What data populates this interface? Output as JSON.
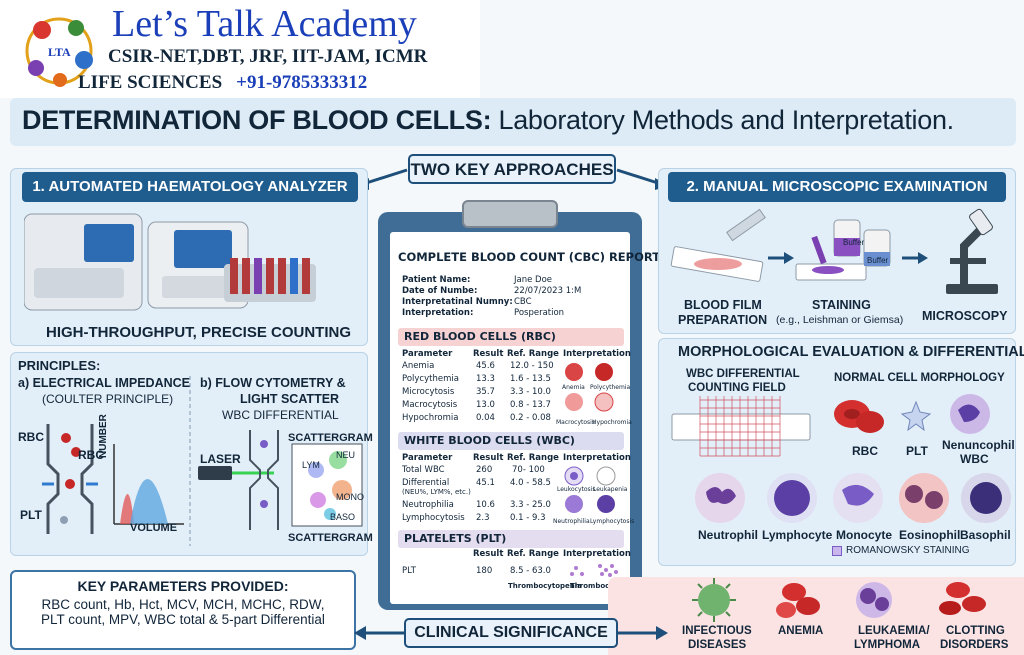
{
  "header": {
    "brand": "Let’s Talk Academy",
    "exams": "CSIR-NET,DBT, JRF, IIT-JAM, ICMR",
    "subject": "LIFE SCIENCES",
    "phone": "+91-9785333312",
    "logo_text": "LTA"
  },
  "title": {
    "bold": "DETERMINATION OF BLOOD CELLS:",
    "rest": " Laboratory Methods and Interpretation."
  },
  "approach_label": "TWO KEY APPROACHES",
  "left": {
    "heading": "1. AUTOMATED HAEMATOLOGY ANALYZER",
    "caption": "HIGH-THROUGHPUT, PRECISE COUNTING",
    "principles": "PRINCIPLES:",
    "a_title": "a) ELECTRICAL IMPEDANCE",
    "a_sub": "(COULTER PRINCIPLE)",
    "b_title1": "b) FLOW CYTOMETRY &",
    "b_title2": "LIGHT SCATTER",
    "b_sub": "WBC DIFFERENTIAL",
    "rbc1": "RBC",
    "rbc2": "RBC",
    "plt": "PLT",
    "number": "NUMBER",
    "volume": "VOLUME",
    "laser": "LASER",
    "scattergram_top": "SCATTERGRAM",
    "scattergram_bottom": "SCATTERGRAM",
    "neu": "NEU",
    "lym": "LYM",
    "mono": "MONO",
    "baso": "BASO"
  },
  "report": {
    "title": "COMPLETE BLOOD COUNT (CBC) REPORT",
    "meta": [
      {
        "k": "Patient Name:",
        "v": "Jane Doe"
      },
      {
        "k": "Date of Numbe:",
        "v": "22/07/2023 1:M"
      },
      {
        "k": "Interpretatinal Numny:",
        "v": "CBC"
      },
      {
        "k": "Interpretation:",
        "v": "Posperation"
      }
    ],
    "rbc_head": "RED BLOOD CELLS (RBC)",
    "cols": [
      "Parameter",
      "Result",
      "Ref. Range",
      "Interpretation"
    ],
    "rbc_rows": [
      [
        "Anemia",
        "45.6",
        "12.0 - 150"
      ],
      [
        "Polycythemia",
        "13.3",
        "1.6 - 13.5"
      ],
      [
        "Microcytosis",
        "35.7",
        "3.3 - 10.0"
      ],
      [
        "Macrocytosis",
        "13.0",
        "0.8 - 13.7"
      ],
      [
        "Hypochromia",
        "0.04",
        "0.2 - 0.08"
      ]
    ],
    "rbc_icons": [
      "Anemia",
      "Polycythemia",
      "Macrocytosis",
      "Hypochromia"
    ],
    "wbc_head": "WHITE BLOOD CELLS (WBC)",
    "wbc_rows": [
      [
        "Total WBC",
        "260",
        "70- 100"
      ],
      [
        "Differential",
        "45.1",
        "4.0 - 58.5"
      ],
      [
        "Neutrophilia",
        "10.6",
        "3.3 - 25.0"
      ],
      [
        "Lymphocytosis",
        "2.3",
        "0.1 - 9.3"
      ]
    ],
    "wbc_note": "(NEU%, LYM%, etc.)",
    "wbc_icons": [
      "Leukocytosis",
      "Leukapenia",
      "Neutrophilia",
      "Lymphocytosis"
    ],
    "plt_head": "PLATELETS (PLT)",
    "plt_cols": [
      "Result",
      "Ref. Range",
      "Interpretation"
    ],
    "plt_row": [
      "PLT",
      "180",
      "8.5 - 63.0"
    ],
    "plt_icons": [
      "Thrombocytopenia",
      "Thrombocytosis"
    ]
  },
  "right": {
    "heading": "2. MANUAL MICROSCOPIC EXAMINATION",
    "step1a": "BLOOD FILM",
    "step1b": "PREPARATION",
    "step2": "STAINING",
    "step2sub": "(e.g., Leishman or Giemsa)",
    "step3": "MICROSCOPY",
    "buffer1": "Buffer",
    "buffer2": "Buffer",
    "morph_heading": "MORPHOLOGICAL EVALUATION & DIFFERENTIAL",
    "field1": "WBC DIFFERENTIAL",
    "field2": "COUNTING FIELD",
    "normal": "NORMAL CELL MORPHOLOGY",
    "rbc": "RBC",
    "plt": "PLT",
    "nwbc1": "Nenuncophil",
    "nwbc2": "WBC",
    "cells": [
      "Neutrophil",
      "Lymphocyte",
      "Monocyte",
      "Eosinophil",
      "Basophil"
    ],
    "stain": "ROMANOWSKY STAINING"
  },
  "key": {
    "title": "KEY PARAMETERS PROVIDED:",
    "line1": "RBC count, Hb, Hct, MCV, MCH, MCHC, RDW,",
    "line2": "PLT count, MPV, WBC total & 5-part Differential"
  },
  "clinical_label": "CLINICAL SIGNIFICANCE",
  "significance": [
    {
      "l1": "INFECTIOUS",
      "l2": "DISEASES"
    },
    {
      "l1": "ANEMIA",
      "l2": ""
    },
    {
      "l1": "LEUKAEMIA/",
      "l2": "LYMPHOMA"
    },
    {
      "l1": "CLOTTING",
      "l2": "DISORDERS"
    }
  ]
}
